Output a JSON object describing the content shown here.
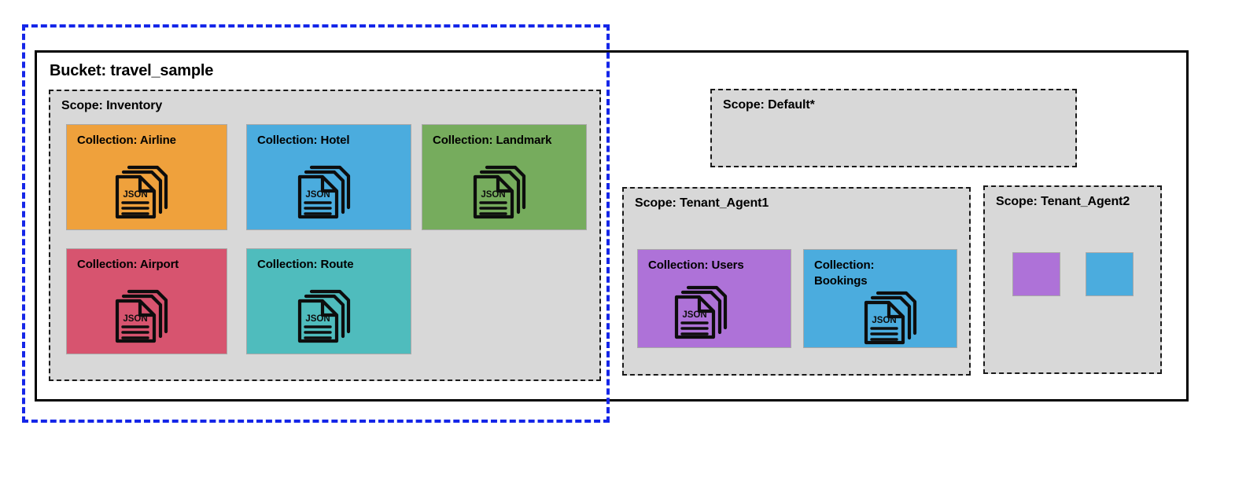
{
  "diagram": {
    "bucket": {
      "label": "Bucket: travel_sample"
    },
    "selection": {
      "name": "selection-highlight",
      "color": "#1526e8",
      "style": "dashed"
    },
    "colors": {
      "orange": "#efa13c",
      "blue": "#4bacde",
      "green": "#76ac5d",
      "pink": "#d7546f",
      "teal": "#4fbcbd",
      "purple": "#ae72d8",
      "scope_fill": "#d8d8d8",
      "bucket_border": "#000000",
      "selection_border": "#1526e8"
    },
    "scopes": [
      {
        "id": "inventory",
        "label": "Scope: Inventory",
        "collections": [
          {
            "id": "airline",
            "label": "Collection: Airline",
            "color": "#efa13c",
            "icon": "json-documents-icon"
          },
          {
            "id": "hotel",
            "label": "Collection: Hotel",
            "color": "#4bacde",
            "icon": "json-documents-icon"
          },
          {
            "id": "landmark",
            "label": "Collection: Landmark",
            "color": "#76ac5d",
            "icon": "json-documents-icon"
          },
          {
            "id": "airport",
            "label": "Collection: Airport",
            "color": "#d7546f",
            "icon": "json-documents-icon"
          },
          {
            "id": "route",
            "label": "Collection: Route",
            "color": "#4fbcbd",
            "icon": "json-documents-icon"
          }
        ]
      },
      {
        "id": "default",
        "label": "Scope: Default*",
        "collections": []
      },
      {
        "id": "tenant_agent1",
        "label": "Scope: Tenant_Agent1",
        "collections": [
          {
            "id": "users",
            "label": "Collection: Users",
            "color": "#ae72d8",
            "icon": "json-documents-icon"
          },
          {
            "id": "bookings",
            "label": "Collection: Bookings",
            "color": "#4bacde",
            "icon": "json-documents-icon"
          }
        ]
      },
      {
        "id": "tenant_agent2",
        "label": "Scope: Tenant_Agent2",
        "collections": [
          {
            "id": "swatch-purple",
            "label": "",
            "color": "#ae72d8",
            "icon": ""
          },
          {
            "id": "swatch-blue",
            "label": "",
            "color": "#4bacde",
            "icon": ""
          }
        ]
      }
    ],
    "icon_text": "JSON"
  }
}
